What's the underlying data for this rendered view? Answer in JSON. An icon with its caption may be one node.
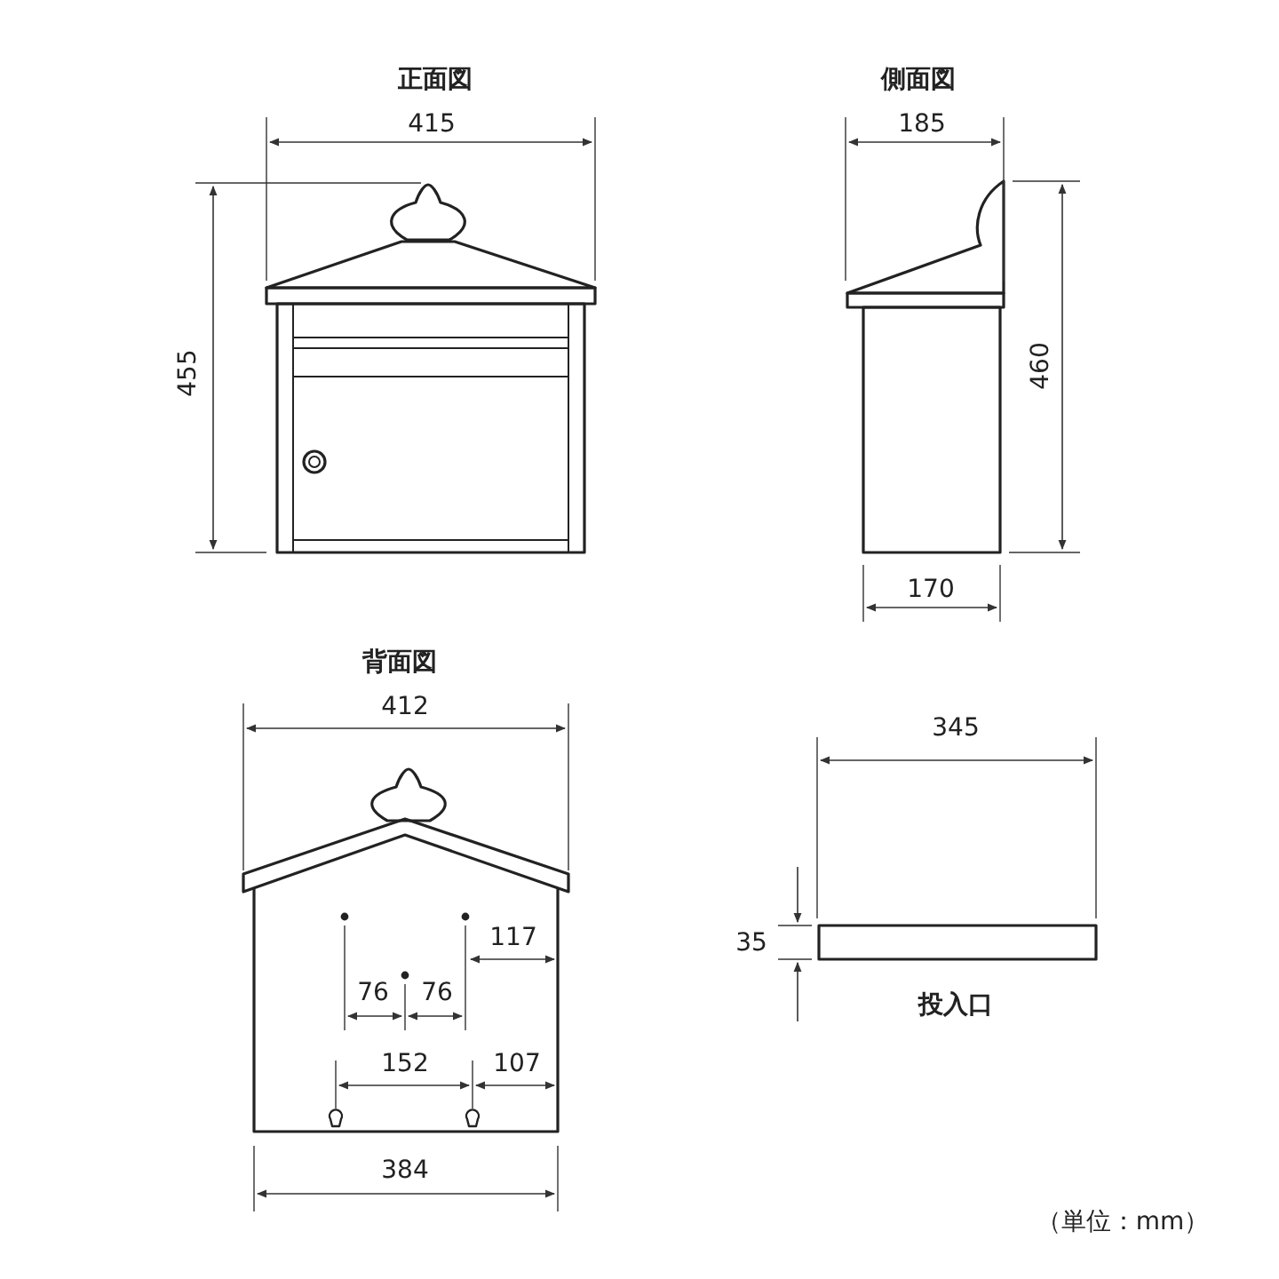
{
  "diagram": {
    "labels": [
      "正面図",
      "側面図",
      "415",
      "185",
      "455",
      "460",
      "170",
      "背面図",
      "412",
      "345",
      "117",
      "35",
      "76",
      "76",
      "投入口",
      "152",
      "107",
      "384",
      "（単位：mm）"
    ]
  }
}
